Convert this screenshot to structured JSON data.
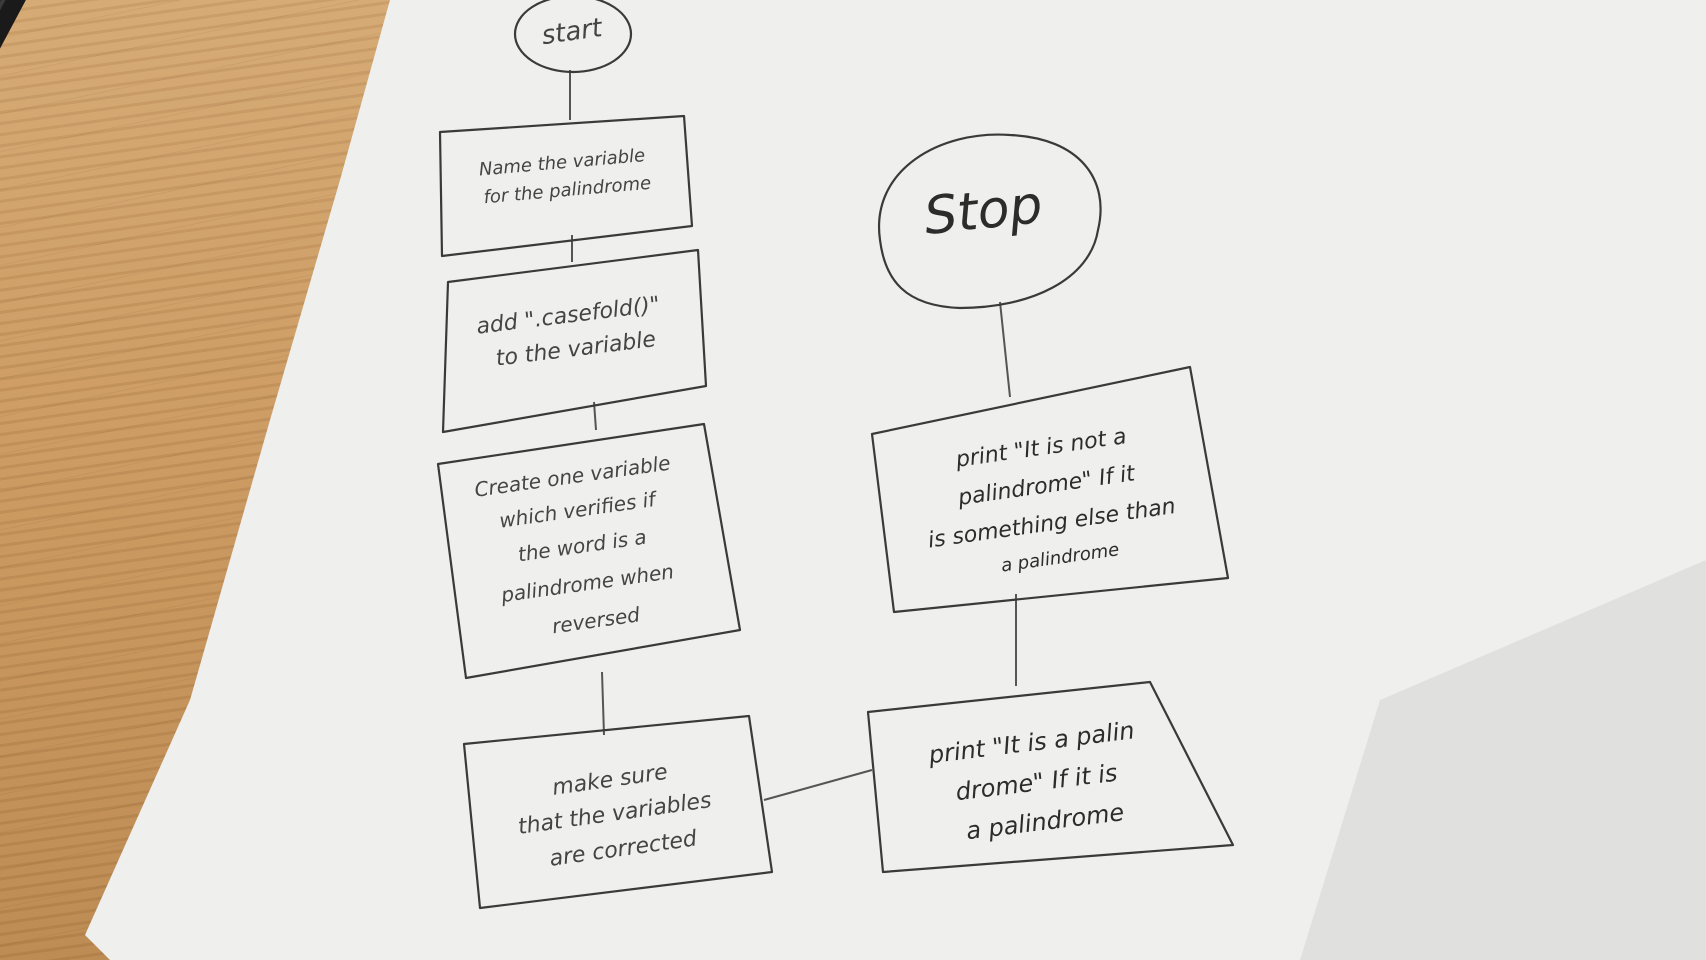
{
  "diagram": {
    "colors": {
      "paper": "#f1f1ef",
      "ink": "#3a3a3a",
      "desk": "#c89a64",
      "pen": "#1a1a1a"
    },
    "nodes": {
      "start": {
        "text": "start",
        "shape": "terminal"
      },
      "name_variable": {
        "lines": [
          "Name the variable",
          "for the palindrome"
        ],
        "shape": "process"
      },
      "add_casefold": {
        "lines": [
          "add \".casefold()\"",
          "to the variable"
        ],
        "shape": "process"
      },
      "create_variable": {
        "lines": [
          "Create one variable",
          "which verifies if",
          "the word is a",
          "palindrome when",
          "reversed"
        ],
        "shape": "process"
      },
      "make_sure": {
        "lines": [
          "make sure",
          "that the variables",
          "are corrected"
        ],
        "shape": "process"
      },
      "print_is": {
        "lines": [
          "print \"It is a palin",
          "drome\" If it is",
          "a palindrome"
        ],
        "shape": "process"
      },
      "print_not": {
        "lines": [
          "print \"It is not a",
          "palindrome\" If it",
          "is something else than",
          "a palindrome"
        ],
        "shape": "process"
      },
      "stop": {
        "text": "Stop",
        "shape": "terminal"
      }
    }
  }
}
